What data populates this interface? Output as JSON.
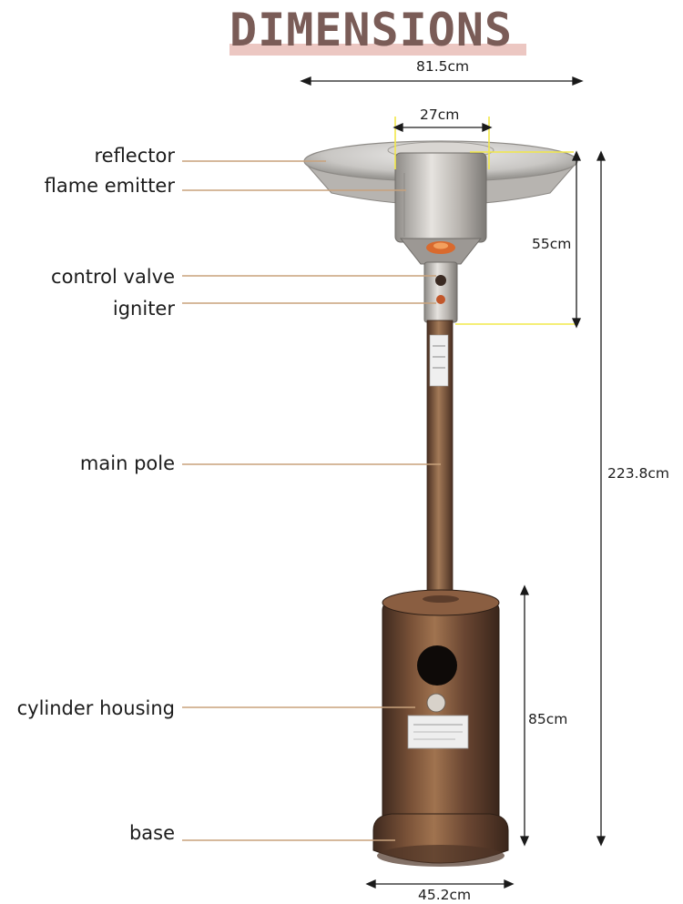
{
  "title": "DIMENSIONS",
  "components": {
    "reflector": "reflector",
    "flame_emitter": "flame emitter",
    "control_valve": "control valve",
    "igniter": "igniter",
    "main_pole": "main pole",
    "cylinder_housing": "cylinder housing",
    "base": "base"
  },
  "dimensions": {
    "overall_width": "81.5cm",
    "emitter_width": "27cm",
    "head_height": "55cm",
    "total_height": "223.8cm",
    "housing_height": "85cm",
    "base_width": "45.2cm"
  },
  "colors": {
    "title": "#7a5c57",
    "title_underline": "#ecc7c2",
    "leader_line": "#c8a27c",
    "guide_line": "#f2e84a",
    "heater_bronze": "#6a4632"
  }
}
